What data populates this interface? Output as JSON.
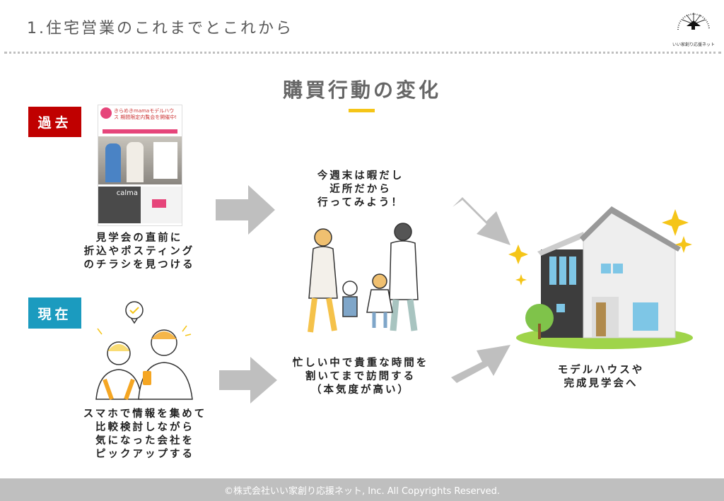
{
  "header": {
    "title": "1.住宅営業のこれまでとこれから",
    "logo_text": "いい家創り応援ネット"
  },
  "heading": "購買行動の変化",
  "past": {
    "label": "過去",
    "lines": [
      "見学会の直前に",
      "折込やポスティング",
      "のチラシを見つける"
    ]
  },
  "present": {
    "label": "現在",
    "lines": [
      "スマホで情報を集めて",
      "比較検討しながら",
      "気になった会社を",
      "ピックアップする"
    ]
  },
  "center": {
    "speech": [
      "今週末は暇だし",
      "近所だから",
      "行ってみよう！"
    ],
    "lines": [
      "忙しい中で貴重な時間を",
      "割いてまで訪問する",
      "（本気度が高い）"
    ]
  },
  "destination": {
    "lines": [
      "モデルハウスや",
      "完成見学会へ"
    ]
  },
  "flyer": {
    "text": "きらめきmamaモデルハウス 期間限定内覧会を開催中!",
    "brand": "calma"
  },
  "footer": "©株式会社いい家創り応援ネット, Inc. All Copyrights Reserved.",
  "colors": {
    "past": "#c00000",
    "present": "#1b9bbf",
    "accent": "#f5c518",
    "arrow": "#bfbfbf"
  }
}
